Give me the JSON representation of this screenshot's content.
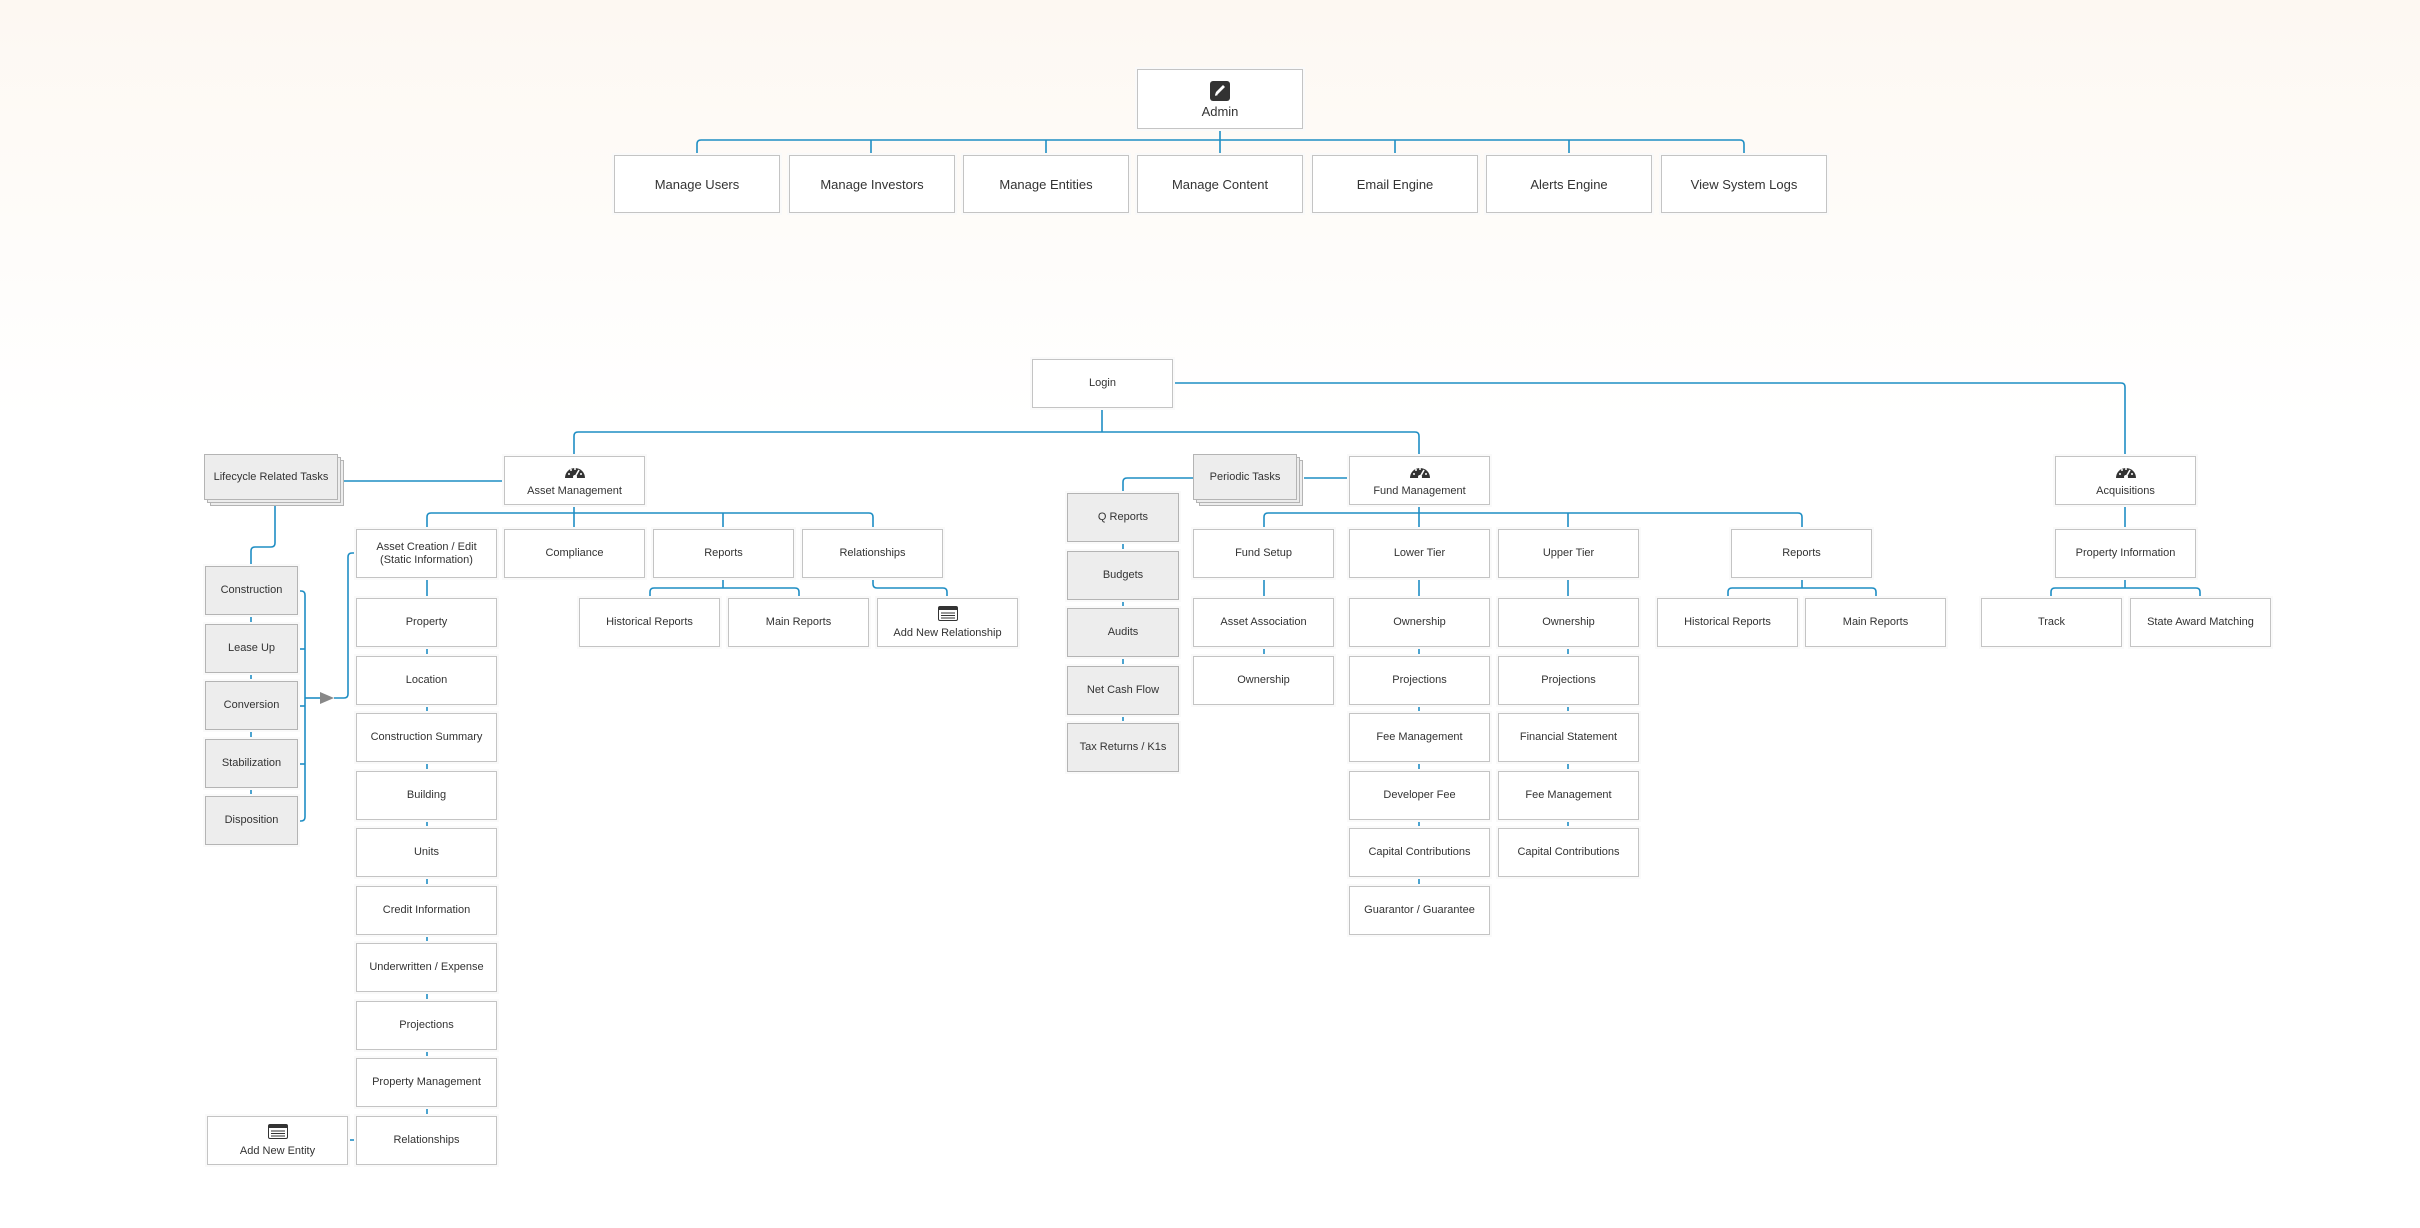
{
  "colors": {
    "line": "#1f8ec4",
    "border": "#c4c4c4",
    "gray_fill": "#ededed",
    "arrow": "#888888"
  },
  "admin_tree": {
    "root": {
      "label": "Admin",
      "icon": "pencil-square-icon"
    },
    "children": [
      "Manage Users",
      "Manage Investors",
      "Manage Entities",
      "Manage Content",
      "Email Engine",
      "Alerts Engine",
      "View System Logs"
    ]
  },
  "login_tree": {
    "login": "Login",
    "asset_management": {
      "label": "Asset Management",
      "icon": "dashboard-gauge-icon",
      "lifecycle": {
        "label": "Lifecycle Related Tasks",
        "stages": [
          "Construction",
          "Lease Up",
          "Conversion",
          "Stabilization",
          "Disposition"
        ]
      },
      "asset_creation": {
        "label": "Asset Creation / Edit (Static Information)",
        "items": [
          "Property",
          "Location",
          "Construction Summary",
          "Building",
          "Units",
          "Credit Information",
          "Underwritten / Expense",
          "Projections",
          "Property Management",
          "Relationships"
        ]
      },
      "add_new_entity": {
        "label": "Add New Entity",
        "icon": "form-window-icon"
      },
      "compliance": "Compliance",
      "reports": {
        "label": "Reports",
        "items": [
          "Historical Reports",
          "Main Reports"
        ]
      },
      "relationships": {
        "label": "Relationships",
        "add_new": {
          "label": "Add New Relationship",
          "icon": "form-window-icon"
        }
      }
    },
    "fund_management": {
      "label": "Fund Management",
      "icon": "dashboard-gauge-icon",
      "periodic_tasks": {
        "label": "Periodic Tasks",
        "items": [
          "Q Reports",
          "Budgets",
          "Audits",
          "Net Cash Flow",
          "Tax Returns / K1s"
        ]
      },
      "fund_setup": {
        "label": "Fund Setup",
        "items": [
          "Asset Association",
          "Ownership"
        ]
      },
      "lower_tier": {
        "label": "Lower Tier",
        "items": [
          "Ownership",
          "Projections",
          "Fee Management",
          "Developer Fee",
          "Capital Contributions",
          "Guarantor / Guarantee"
        ]
      },
      "upper_tier": {
        "label": "Upper Tier",
        "items": [
          "Ownership",
          "Projections",
          "Financial Statement",
          "Fee Management",
          "Capital Contributions"
        ]
      },
      "reports": {
        "label": "Reports",
        "items": [
          "Historical Reports",
          "Main Reports"
        ]
      }
    },
    "acquisitions": {
      "label": "Acquisitions",
      "icon": "dashboard-gauge-icon",
      "property_information": {
        "label": "Property Information",
        "items": [
          "Track",
          "State Award Matching"
        ]
      }
    }
  }
}
